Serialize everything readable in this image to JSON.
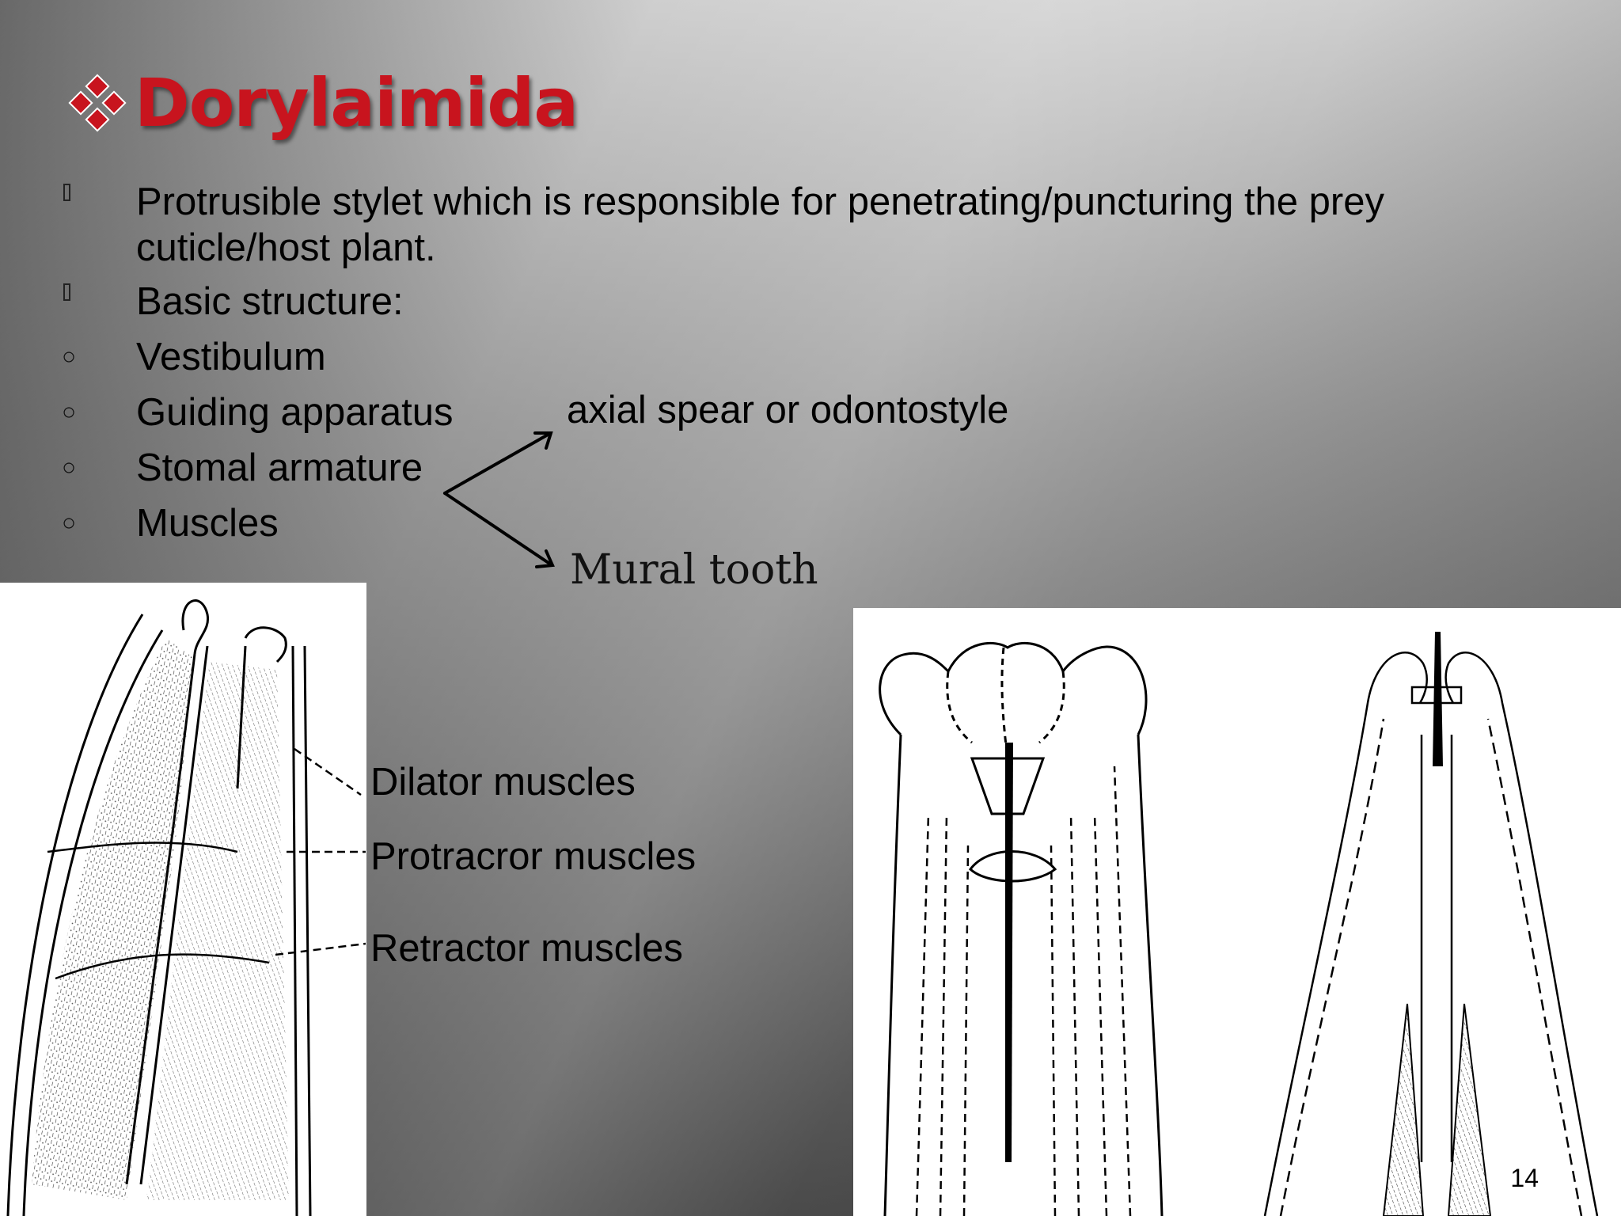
{
  "slide": {
    "title": "Dorylaimida",
    "title_bullet_icon": "diamond-cluster-icon",
    "bullets": [
      {
        "marker": "square",
        "text_lines": [
          "Protrusible stylet which is responsible for penetrating/puncturing the prey",
          "cuticle/host plant."
        ]
      },
      {
        "marker": "square",
        "text": "Basic structure:"
      },
      {
        "marker": "circle",
        "text": "Vestibulum"
      },
      {
        "marker": "circle",
        "text": "Guiding apparatus"
      },
      {
        "marker": "circle",
        "text": "Stomal armature"
      },
      {
        "marker": "circle",
        "text": "Muscles"
      }
    ],
    "branch_labels": {
      "upper": "axial spear or odontostyle",
      "lower": "Mural tooth"
    },
    "figure_labels": {
      "dilator": "Dilator muscles",
      "protractor": "Protracror muscles",
      "retractor": "Retractor muscles"
    },
    "page_number": "14",
    "colors": {
      "title": "#c8141e",
      "text": "#000000"
    }
  }
}
